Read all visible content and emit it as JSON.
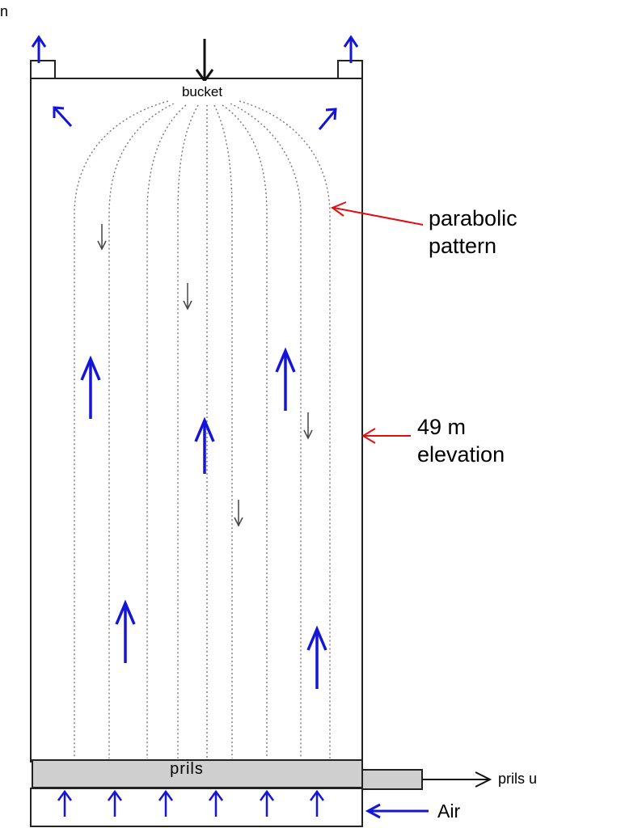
{
  "labels": {
    "top_mark": "n",
    "bucket": "bucket",
    "parabolic_line1": "parabolic",
    "parabolic_line2": "pattern",
    "elevation_line1": "49 m",
    "elevation_line2": "elevation",
    "prils": "prils",
    "prils_outlet": "prils u",
    "air": "Air"
  },
  "colors": {
    "up_arrow": "#1515d8",
    "down_arrow": "#444444",
    "annotation_arrow": "#dd1111",
    "prils_layer": "#cfcfcf",
    "outline": "#222222",
    "dotted_path": "#777777"
  }
}
